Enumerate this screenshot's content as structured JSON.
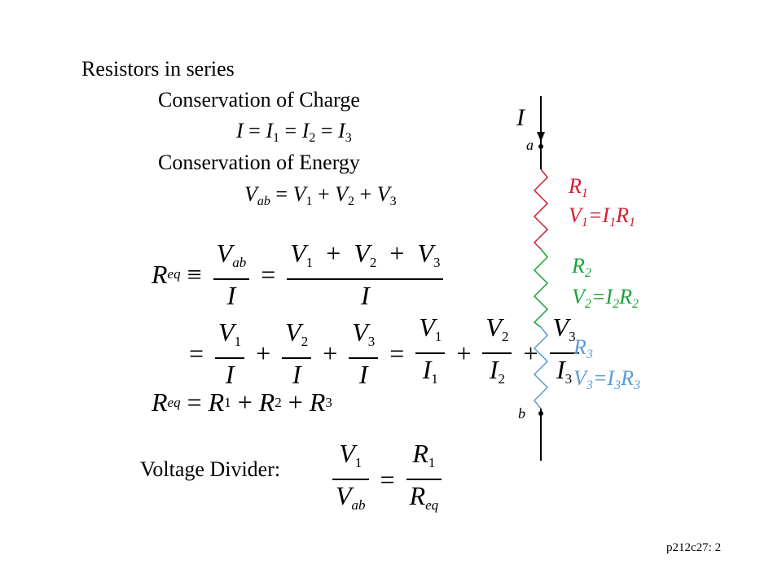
{
  "title": "Resistors in series",
  "conservation_charge": "Conservation of Charge",
  "conservation_energy": "Conservation of Energy",
  "voltage_divider_label": "Voltage Divider:",
  "footer": "p212c27: 2",
  "symbols": {
    "R": "R",
    "V": "V",
    "I": "I",
    "sub_eq": "eq",
    "sub_ab": "ab",
    "one": "1",
    "two": "2",
    "three": "3",
    "equiv": "≡",
    "equals": "=",
    "plus": "+"
  },
  "circuit": {
    "current_label": "I",
    "node_a": "a",
    "node_b": "b",
    "resistors": [
      {
        "name": "R",
        "index": "1",
        "equation": "V1=I1R1",
        "color": "#d01e2e"
      },
      {
        "name": "R",
        "index": "2",
        "equation": "V2=I2R2",
        "color": "#1aa33a"
      },
      {
        "name": "R",
        "index": "3",
        "equation": "V3=I3R3",
        "color": "#5b9bd5"
      }
    ]
  }
}
